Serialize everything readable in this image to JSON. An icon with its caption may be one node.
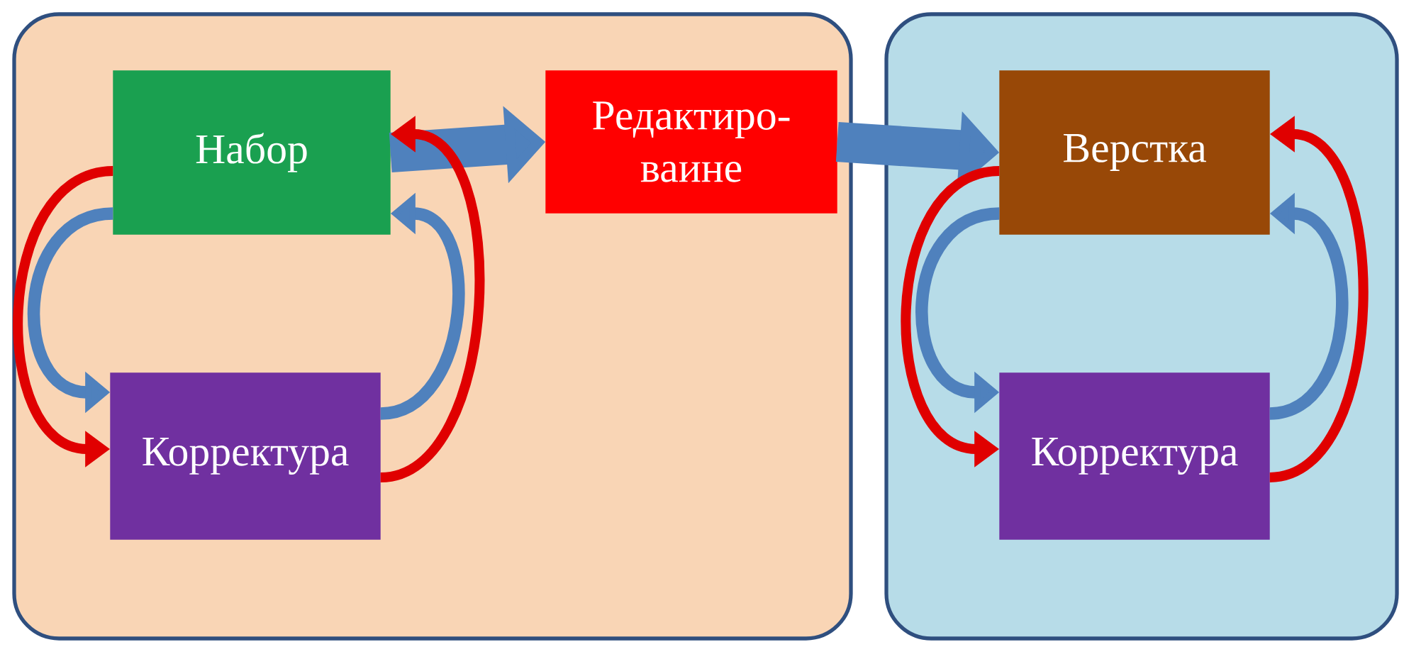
{
  "diagram": {
    "nodes": [
      {
        "text": [],
        "shape": "box"
      },
      {
        "text": [
          "Набор"
        ],
        "in": 0
      },
      {
        "text": [
          "Корректура"
        ],
        "in": 0
      },
      {
        "text": [
          "Редактиро- ваине"
        ],
        "in": 0
      },
      {
        "text": [],
        "shape": "box"
      },
      {
        "text": [
          "Верстка"
        ],
        "in": 4
      },
      {
        "text": [
          "Корректура"
        ],
        "in": 4
      }
    ],
    "edges": [
      {
        "from": 1,
        "to": 3,
        "arrow": "to",
        "style": "thick"
      },
      {
        "from": 3,
        "to": 5,
        "arrow": "to",
        "style": "thick"
      },
      {
        "from": 1,
        "to": 2,
        "arrow": "to",
        "color": "#e00000"
      },
      {
        "from": 1,
        "to": 2,
        "arrow": "to"
      },
      {
        "from": 2,
        "to": 1,
        "arrow": "to"
      },
      {
        "from": 2,
        "to": 1,
        "arrow": "to",
        "color": "#e00000"
      },
      {
        "from": 5,
        "to": 6,
        "arrow": "to",
        "color": "#e00000"
      },
      {
        "from": 5,
        "to": 6,
        "arrow": "to"
      },
      {
        "from": 6,
        "to": 5,
        "arrow": "to"
      },
      {
        "from": 6,
        "to": 5,
        "arrow": "to",
        "color": "#e00000"
      }
    ]
  }
}
